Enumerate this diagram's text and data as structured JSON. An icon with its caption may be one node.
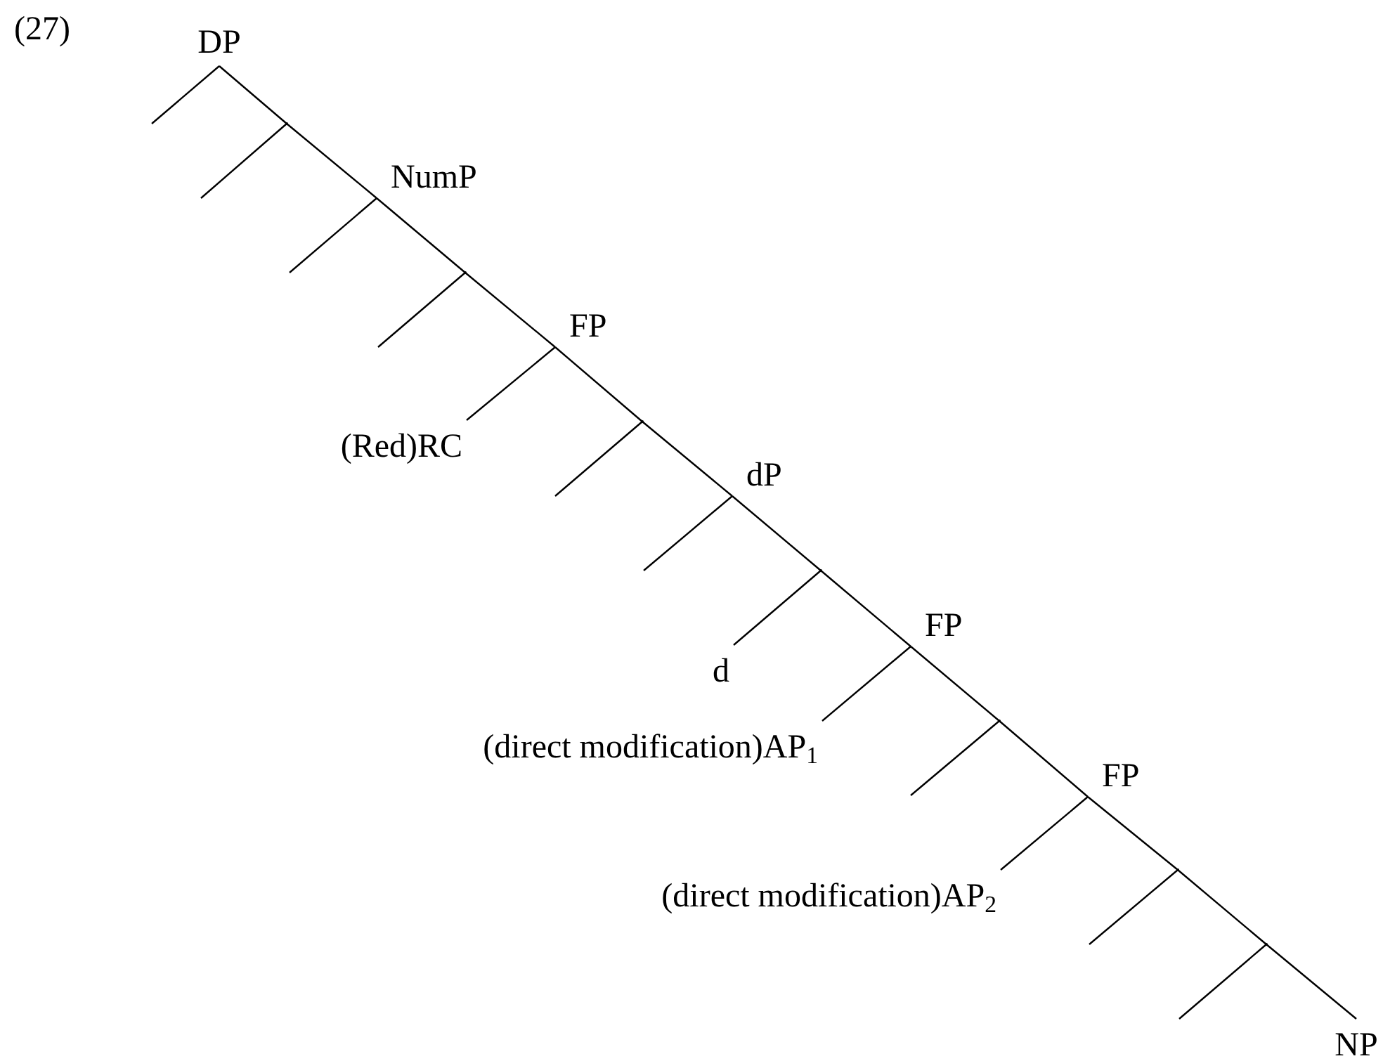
{
  "diagram": {
    "nodes": [
      {
        "text": [
          "DP"
        ]
      },
      {
        "text": [],
        "shape": "point"
      },
      {
        "text": [
          "NumP"
        ]
      },
      {
        "text": [],
        "shape": "point"
      },
      {
        "text": [
          "FP"
        ]
      },
      {
        "text": [
          "(Red)RC"
        ]
      },
      {
        "text": [],
        "shape": "point"
      },
      {
        "text": [
          "dP"
        ]
      },
      {
        "text": [],
        "shape": "point"
      },
      {
        "text": [
          "d"
        ]
      },
      {
        "text": [
          "FP"
        ]
      },
      {
        "text": [
          "(direct modification)AP$_{1}$"
        ]
      },
      {
        "text": [],
        "shape": "point"
      },
      {
        "text": [
          "FP"
        ]
      },
      {
        "text": [
          "(direct modification)AP$_{2}$"
        ]
      },
      {
        "text": [],
        "shape": "point"
      },
      {
        "text": [],
        "shape": "point"
      },
      {
        "text": [
          "NP"
        ]
      }
    ],
    "edges": [
      {
        "from": 0,
        "to": null,
        "arrow": "none"
      },
      {
        "from": 0,
        "to": 1,
        "arrow": "none"
      },
      {
        "from": 1,
        "to": null,
        "arrow": "none"
      },
      {
        "from": 1,
        "to": 2,
        "arrow": "none"
      },
      {
        "from": 2,
        "to": null,
        "arrow": "none"
      },
      {
        "from": 2,
        "to": 3,
        "arrow": "none"
      },
      {
        "from": 3,
        "to": null,
        "arrow": "none"
      },
      {
        "from": 3,
        "to": 4,
        "arrow": "none"
      },
      {
        "from": 4,
        "to": 5,
        "arrow": "none"
      },
      {
        "from": 4,
        "to": 6,
        "arrow": "none"
      },
      {
        "from": 6,
        "to": null,
        "arrow": "none"
      },
      {
        "from": 6,
        "to": 7,
        "arrow": "none"
      },
      {
        "from": 7,
        "to": null,
        "arrow": "none"
      },
      {
        "from": 7,
        "to": 8,
        "arrow": "none"
      },
      {
        "from": 8,
        "to": 9,
        "arrow": "none"
      },
      {
        "from": 8,
        "to": 10,
        "arrow": "none"
      },
      {
        "from": 10,
        "to": 11,
        "arrow": "none"
      },
      {
        "from": 10,
        "to": 12,
        "arrow": "none"
      },
      {
        "from": 12,
        "to": null,
        "arrow": "none"
      },
      {
        "from": 12,
        "to": 13,
        "arrow": "none"
      },
      {
        "from": 13,
        "to": 14,
        "arrow": "none"
      },
      {
        "from": 13,
        "to": 15,
        "arrow": "none"
      },
      {
        "from": 15,
        "to": null,
        "arrow": "none"
      },
      {
        "from": 15,
        "to": 16,
        "arrow": "none"
      },
      {
        "from": 16,
        "to": null,
        "arrow": "none"
      },
      {
        "from": 16,
        "to": 17,
        "arrow": "none"
      }
    ],
    "labels": [
      "(27)"
    ]
  }
}
